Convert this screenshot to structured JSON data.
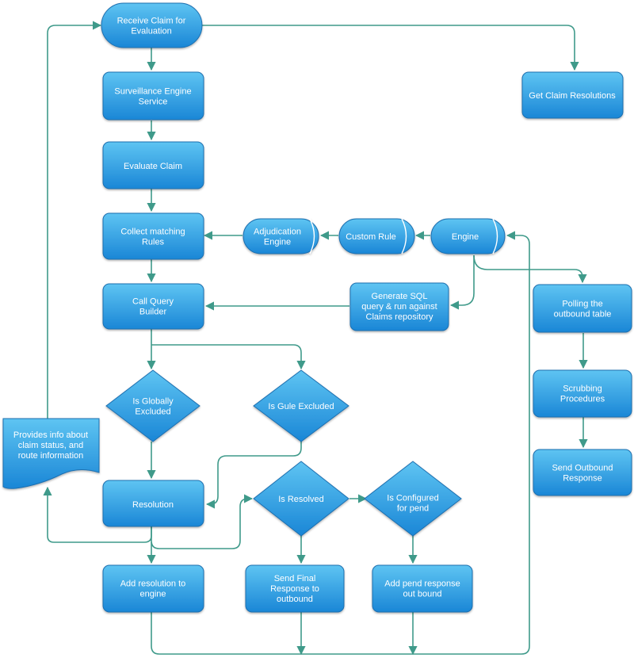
{
  "diagram": {
    "nodes": {
      "receive_claim": [
        "Receive Claim for",
        "Evaluation"
      ],
      "get_claim_resolutions": [
        "Get Claim Resolutions"
      ],
      "surveillance_engine": [
        "Surveillance Engine",
        "Service"
      ],
      "evaluate_claim": [
        "Evaluate Claim"
      ],
      "collect_rules": [
        "Collect matching",
        "Rules"
      ],
      "adjudication_engine": [
        "Adjudication",
        "Engine"
      ],
      "custom_rule": [
        "Custom Rule"
      ],
      "engine": [
        "Engine"
      ],
      "call_query_builder": [
        "Call Query",
        "Builder"
      ],
      "generate_sql": [
        "Generate SQL",
        "query & run against",
        "Claims repository"
      ],
      "polling_outbound": [
        "Polling the",
        "outbound table"
      ],
      "globally_excluded": [
        "Is Globally",
        "Excluded"
      ],
      "gule_excluded": [
        "Is Gule Excluded"
      ],
      "scrubbing": [
        "Scrubbing",
        "Procedures"
      ],
      "provides_info": [
        "Provides info about",
        "claim status, and",
        "route information"
      ],
      "send_outbound": [
        "Send Outbound",
        "Response"
      ],
      "resolution": [
        "Resolution"
      ],
      "is_resolved": [
        "Is Resolved"
      ],
      "is_configured_pend": [
        "Is Configured",
        "for pend"
      ],
      "add_resolution": [
        "Add resolution to",
        "engine"
      ],
      "send_final": [
        "Send Final",
        "Response to",
        "outbound"
      ],
      "add_pend": [
        "Add pend response",
        "out bound"
      ]
    },
    "colors": {
      "node_fill_top": "#5ec4f2",
      "node_fill_bottom": "#1a86d6",
      "node_stroke": "#1f6fb0",
      "connector": "#3f9a8a",
      "label": "#ffffff"
    }
  }
}
